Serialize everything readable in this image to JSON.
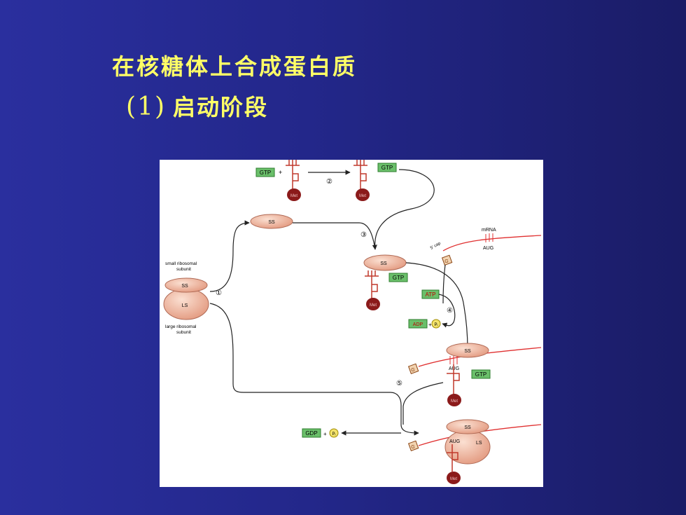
{
  "title": "在核糖体上合成蛋白质",
  "subtitle": {
    "number": "(1)",
    "text": "启动阶段"
  },
  "diagram": {
    "labels": {
      "gtp": "GTP",
      "gdp": "GDP",
      "atp": "ATP",
      "adp": "ADP",
      "plus": "+",
      "pi": "Pᵢ",
      "met": "Met",
      "ss": "SS",
      "ls": "LS",
      "small_subunit": [
        "small ribosomal",
        "subunit"
      ],
      "large_subunit": [
        "large ribosomal",
        "subunit"
      ],
      "mrna": "mRNA",
      "aug": "AUG",
      "cap": "5' cap",
      "g": "G"
    },
    "steps": [
      "①",
      "②",
      "③",
      "④",
      "⑤"
    ],
    "colors": {
      "background": "#23278a",
      "title": "#ffff66",
      "ribosome": "#f0b8a0",
      "met": "#8b1a1a",
      "gtp_box": "#6abf6a",
      "rna": "#e03030",
      "pi": "#f3e36b"
    }
  }
}
